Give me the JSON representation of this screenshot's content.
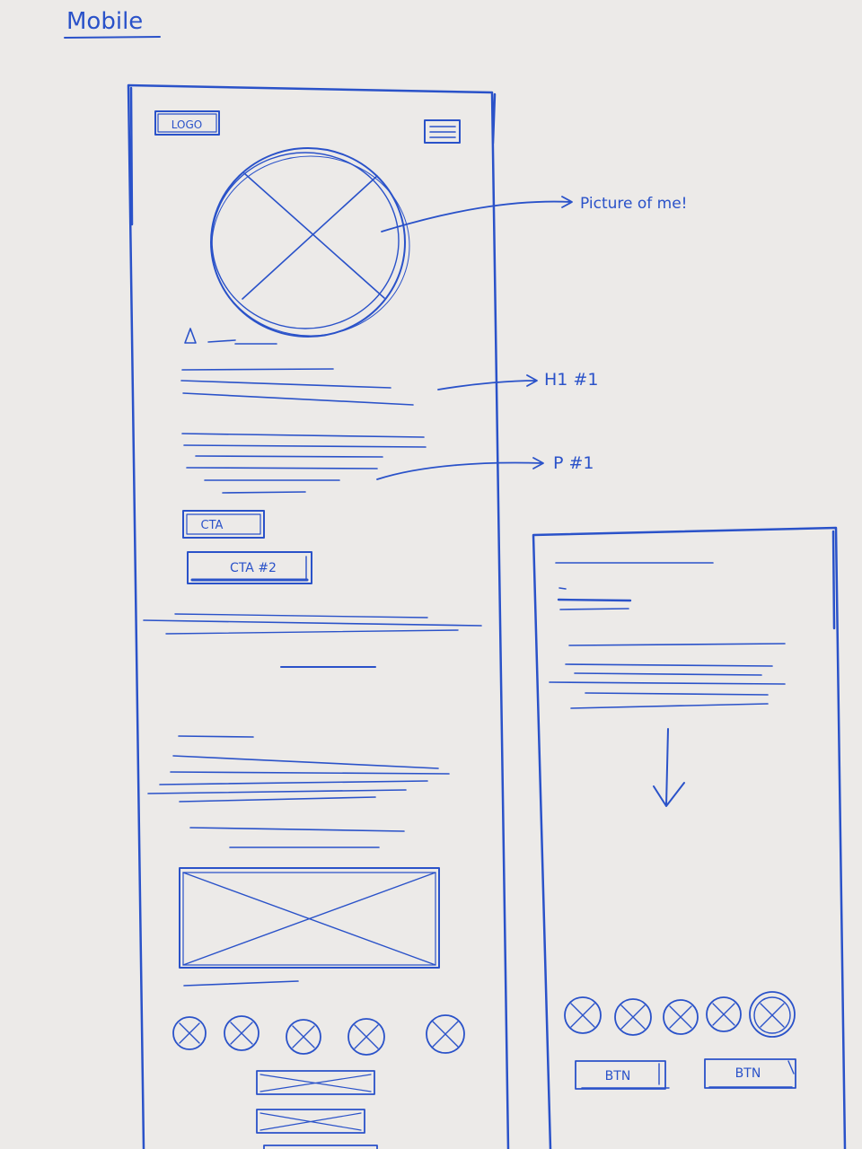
{
  "title": "Mobile",
  "header": {
    "logo_label": "LOGO"
  },
  "annotations": {
    "picture": "Picture of me!",
    "heading": "H1 #1",
    "paragraph": "P #1"
  },
  "buttons": {
    "cta_primary": "CTA",
    "cta_secondary": "CTA #2",
    "btn_left": "BTN",
    "btn_right": "BTN"
  },
  "colors": {
    "ink": "#2a52c9",
    "paper": "#eceae8"
  }
}
